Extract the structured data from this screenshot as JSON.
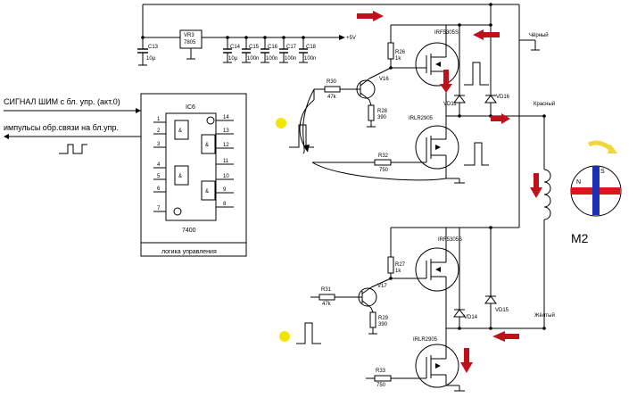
{
  "labels": {
    "signal_pwm": "СИГНАЛ ШИМ с бл. упр. (акт.0)",
    "feedback": "импульсы обр.связи на бл.упр.",
    "logic_caption": "логика управления",
    "ic_name": "IC6",
    "ic_part": "7400",
    "black_wire": "Чёрный",
    "red_wire": "Красный",
    "yellow_wire": "Жёлтый",
    "motor": "M2",
    "supply": "+5V",
    "nand_symbol": "&"
  },
  "pins": {
    "left": [
      "1",
      "2",
      "3",
      "4",
      "5",
      "6",
      "7"
    ],
    "right": [
      "14",
      "13",
      "12",
      "11",
      "10",
      "9",
      "8"
    ]
  },
  "components": {
    "vr3": "VR3",
    "vr3_part": "7805",
    "c13": "C13",
    "c13_val": "10µ",
    "c14": "C14",
    "c14_val": "10µ",
    "c15": "C15",
    "c15_val": "100n",
    "c16": "C16",
    "c16_val": "100n",
    "c17": "C17",
    "c17_val": "100n",
    "c18": "C18",
    "c18_val": "100n",
    "r30": "R30",
    "r30_val": "47k",
    "v16": "V16",
    "r26": "R26",
    "r26_val": "1k",
    "r28": "R28",
    "r28_val": "390",
    "r32": "R32",
    "r32_val": "750",
    "fet_top_p": "IRF5305S",
    "fet_top_n": "IRLR2905",
    "vd11": "VD11",
    "vd16": "VD16",
    "r27": "R27",
    "r27_val": "1k",
    "r31": "R31",
    "r31_val": "47k",
    "v17": "V17",
    "r29": "R29",
    "r29_val": "390",
    "r33": "R33",
    "r33_val": "750",
    "fet_bot_p": "IRF5305S",
    "fet_bot_n": "IRLR2905",
    "vd14": "VD14",
    "vd15": "VD15"
  },
  "magnet": {
    "north": "N",
    "south": "S"
  },
  "colors": {
    "arrow_red": "#c0111b",
    "led_yellow": "#f2e600",
    "magnet_red": "#e0141e",
    "magnet_blue": "#1a2fb4",
    "rotation_arrow": "#f0d838"
  }
}
